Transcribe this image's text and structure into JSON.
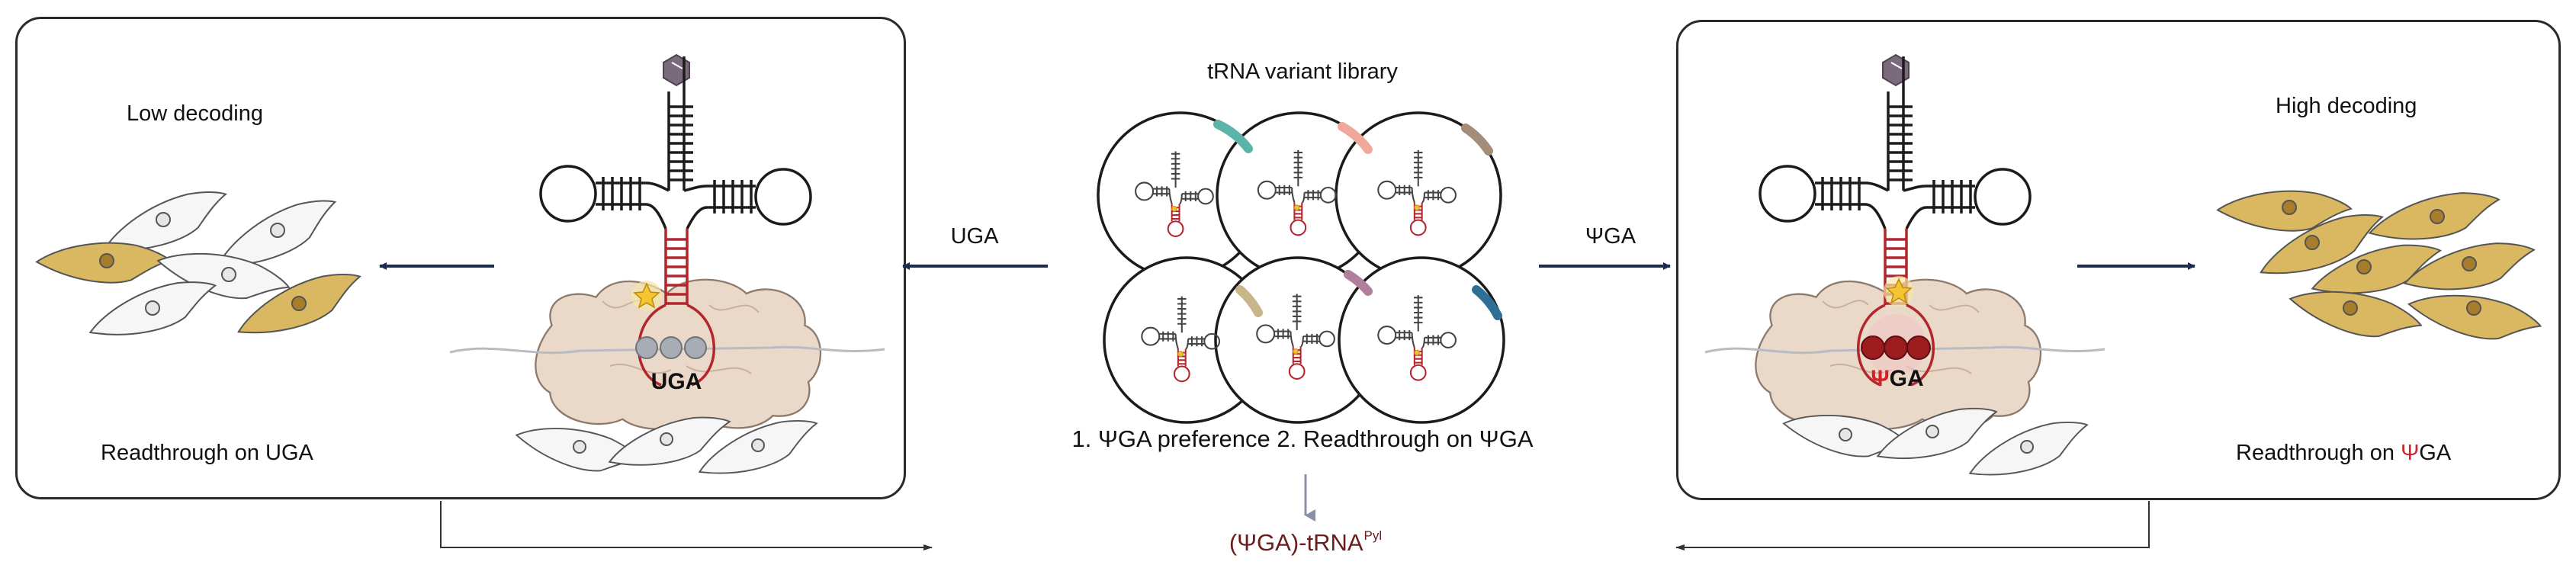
{
  "center": {
    "title": "tRNA variant library",
    "criteria": "1. ΨGA preference  2. Readthrough on ΨGA",
    "product_main": "(ΨGA)-tRNA",
    "product_sup": "Pyl"
  },
  "left_panel": {
    "top_label": "Low decoding",
    "bottom_label": "Readthrough on UGA",
    "codon": "UGA",
    "arrow_label": "UGA"
  },
  "right_panel": {
    "top_label": "High decoding",
    "bottom_prefix": "Readthrough on ",
    "bottom_psi": "Ψ",
    "bottom_suffix": "GA",
    "codon_psi": "Ψ",
    "codon_rest": "GA",
    "arrow_label": "ΨGA"
  },
  "colors": {
    "outline": "#2a2a2a",
    "navy_arrow": "#1d2b4f",
    "cell_active": "#d9b861",
    "cell_inactive": "#f6f6f6",
    "ribosome": "#ead8c9",
    "anticodon_stem": "#b3262e",
    "psi_red": "#d0222a",
    "codon_grey": "#a8acb4",
    "codon_red": "#9c1c20",
    "amino_acid": "#7a6a7c",
    "product_text": "#6b1d1d",
    "library_tags": [
      "#5bb4a8",
      "#f0a89a",
      "#a38c78",
      "#c9b58a",
      "#b07f9b",
      "#2f6f96"
    ]
  },
  "icons": {
    "star": "star-icon",
    "amino_acid": "amino-acid-hexagon-icon",
    "cell": "cell-icon",
    "arrow": "arrow-icon"
  }
}
